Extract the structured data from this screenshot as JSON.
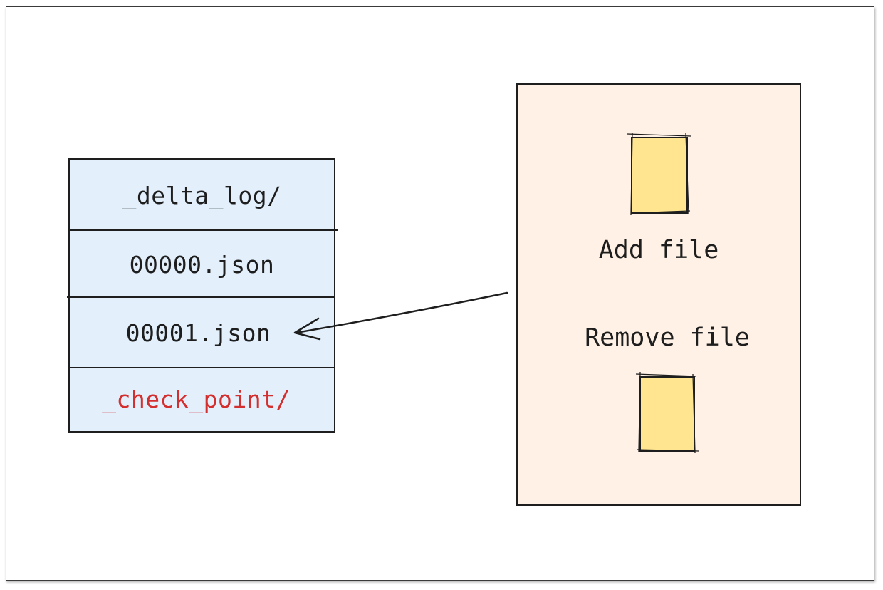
{
  "delta_log": {
    "entries": [
      {
        "label": "_delta_log/",
        "color": "#1e1e1e"
      },
      {
        "label": "00000.json",
        "color": "#1e1e1e"
      },
      {
        "label": "00001.json",
        "color": "#1e1e1e"
      },
      {
        "label": "_check_point/",
        "color": "#d32f2f"
      }
    ],
    "fill": "#e3f0fc"
  },
  "file_actions": {
    "add_label": "Add file",
    "remove_label": "Remove file",
    "panel_fill": "#fff1e5",
    "file_fill": "#ffe58f"
  },
  "arrow": {
    "from": "file_actions",
    "to": "00001.json"
  }
}
